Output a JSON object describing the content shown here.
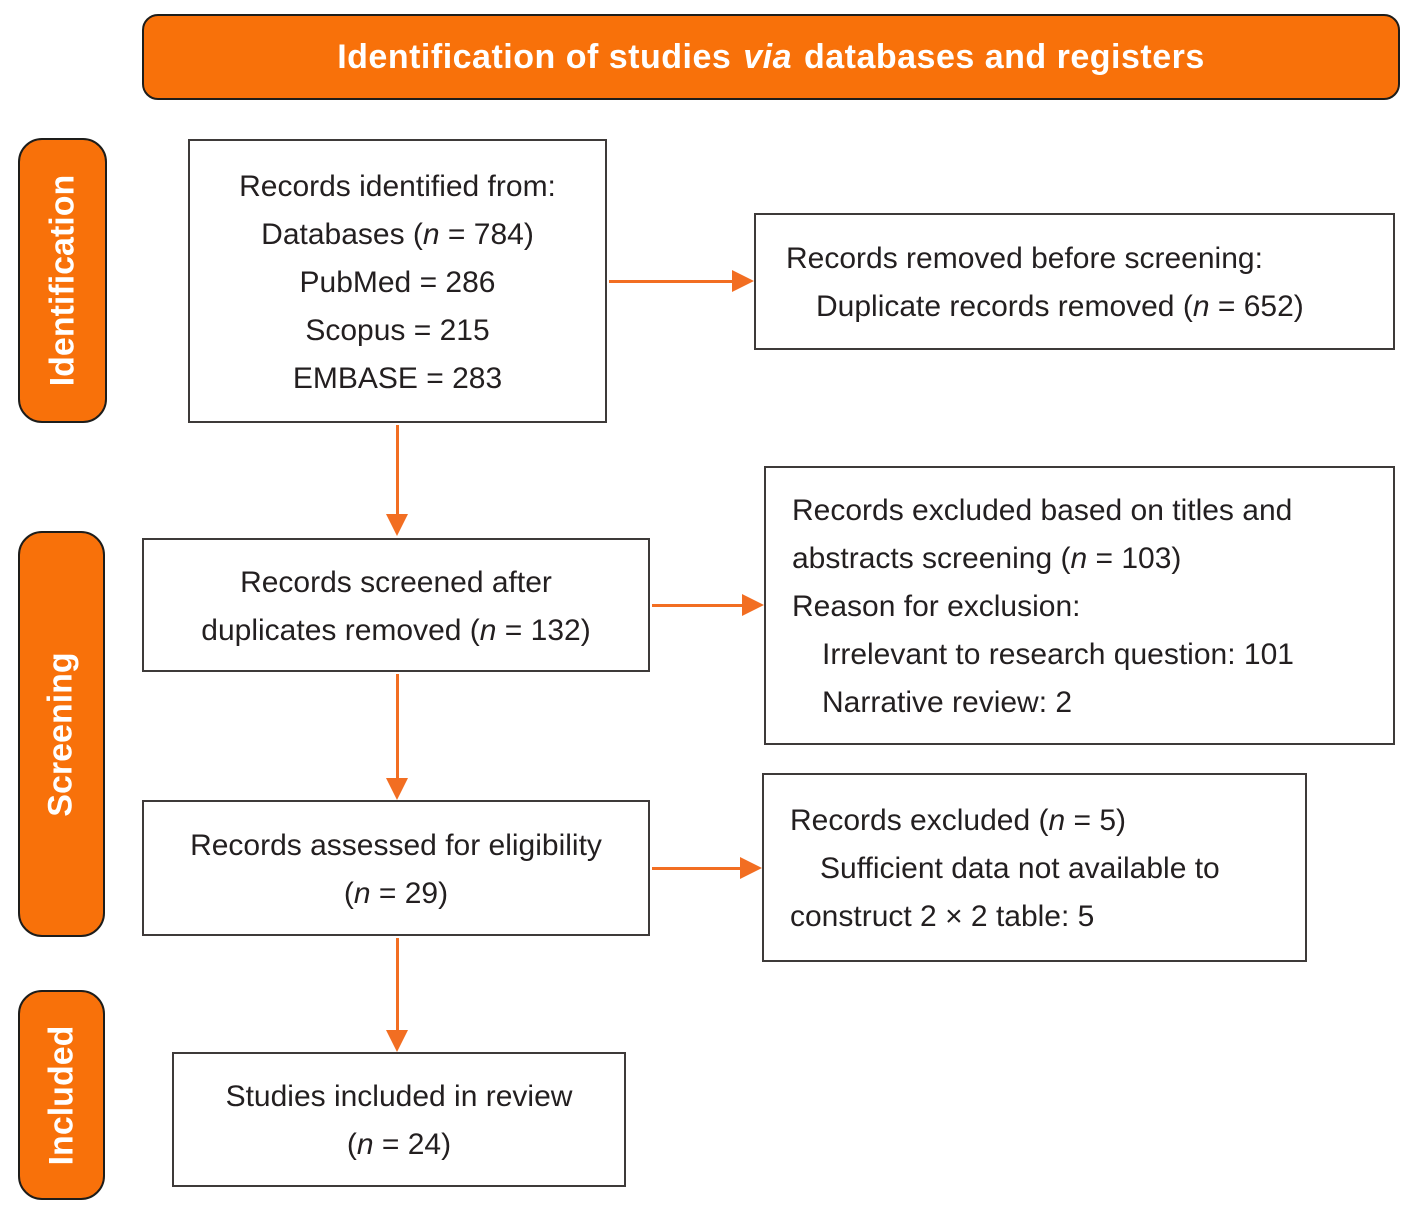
{
  "header": {
    "title_pre": "Identification of studies ",
    "title_italic": "via",
    "title_post": " databases and registers"
  },
  "sidebar": {
    "identification": "Identification",
    "screening": "Screening",
    "included": "Included"
  },
  "boxes": {
    "identified": {
      "lines": [
        {
          "pre": "Records identified from:",
          "it": "",
          "post": ""
        },
        {
          "pre": "Databases (",
          "it": "n",
          "post": " = 784)"
        },
        {
          "pre": "PubMed = 286",
          "it": "",
          "post": ""
        },
        {
          "pre": "Scopus = 215",
          "it": "",
          "post": ""
        },
        {
          "pre": "EMBASE = 283",
          "it": "",
          "post": ""
        }
      ]
    },
    "removed_before_screening": {
      "lines": [
        {
          "pre": "Records removed before screening:",
          "it": "",
          "post": ""
        },
        {
          "pre": "Duplicate records removed (",
          "it": "n",
          "post": " = 652)"
        }
      ]
    },
    "screened": {
      "lines": [
        {
          "pre": "Records screened after",
          "it": "",
          "post": ""
        },
        {
          "pre": "duplicates removed (",
          "it": "n",
          "post": " = 132)"
        }
      ]
    },
    "excluded_titles_abstracts": {
      "lines": [
        {
          "pre": "Records excluded based on titles and",
          "it": "",
          "post": ""
        },
        {
          "pre": "abstracts screening (",
          "it": "n",
          "post": " = 103)"
        },
        {
          "pre": "Reason for exclusion:",
          "it": "",
          "post": ""
        },
        {
          "pre": "Irrelevant to research question: 101",
          "it": "",
          "post": ""
        },
        {
          "pre": "Narrative review: 2",
          "it": "",
          "post": ""
        }
      ]
    },
    "assessed_eligibility": {
      "lines": [
        {
          "pre": "Records assessed for eligibility",
          "it": "",
          "post": ""
        },
        {
          "pre": "(",
          "it": "n",
          "post": " = 29)"
        }
      ]
    },
    "excluded_eligibility": {
      "lines": [
        {
          "pre": "Records excluded (",
          "it": "n",
          "post": " = 5)"
        },
        {
          "pre": "Sufficient data not available to",
          "it": "",
          "post": ""
        },
        {
          "pre": "construct 2 × 2 table: 5",
          "it": "",
          "post": ""
        }
      ]
    },
    "included_review": {
      "lines": [
        {
          "pre": "Studies included in review",
          "it": "",
          "post": ""
        },
        {
          "pre": "(",
          "it": "n",
          "post": " = 24)"
        }
      ]
    }
  },
  "colors": {
    "accent_orange": "#F8710A",
    "arrow_orange": "#F26E22",
    "text_dark": "#231F20",
    "box_border": "#3E3A39"
  }
}
